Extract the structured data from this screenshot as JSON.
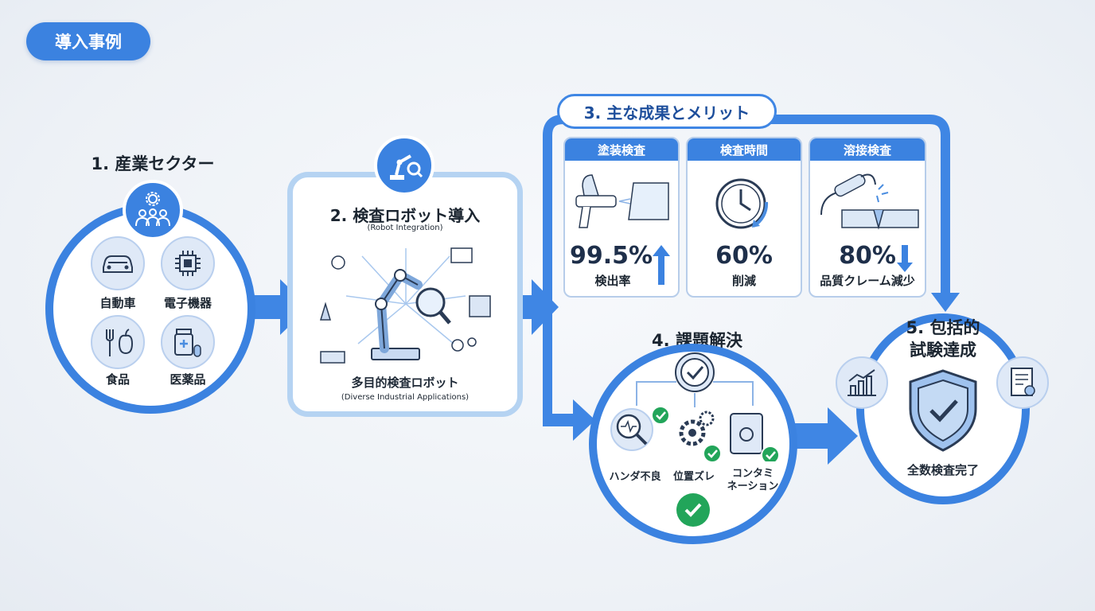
{
  "header": {
    "badge": "導入事例"
  },
  "step1": {
    "title": "1. 産業セクター",
    "items": [
      {
        "label": "自動車",
        "icon": "car-icon"
      },
      {
        "label": "電子機器",
        "icon": "chip-icon"
      },
      {
        "label": "食品",
        "icon": "food-icon"
      },
      {
        "label": "医薬品",
        "icon": "medicine-icon"
      }
    ]
  },
  "step2": {
    "title": "2. 検査ロボット導入",
    "subtitle": "(Robot Integration)",
    "caption": "多目的検査ロボット",
    "caption_sub": "(Diverse Industrial Applications)"
  },
  "step3": {
    "title": "3. 主な成果とメリット",
    "cards": [
      {
        "head": "塗装検査",
        "value": "99.5%",
        "label": "検出率",
        "trend": "up"
      },
      {
        "head": "検査時間",
        "value": "60%",
        "label": "削減",
        "trend": "none"
      },
      {
        "head": "溶接検査",
        "value": "80%",
        "label": "品質クレーム減少",
        "trend": "down"
      }
    ]
  },
  "step4": {
    "title": "4. 課題解決",
    "items": [
      {
        "label": "ハンダ不良"
      },
      {
        "label": "位置ズレ"
      },
      {
        "label": "コンタミ\nネーション",
        "line1": "コンタミ",
        "line2": "ネーション"
      }
    ]
  },
  "step5": {
    "title_line1": "5. 包括的",
    "title_line2": "試験達成",
    "caption": "全数検査完了"
  },
  "colors": {
    "accent": "#3b82e0",
    "arrow": "#3f86e4",
    "check": "#22a55a",
    "navy": "#1e2f4a"
  }
}
